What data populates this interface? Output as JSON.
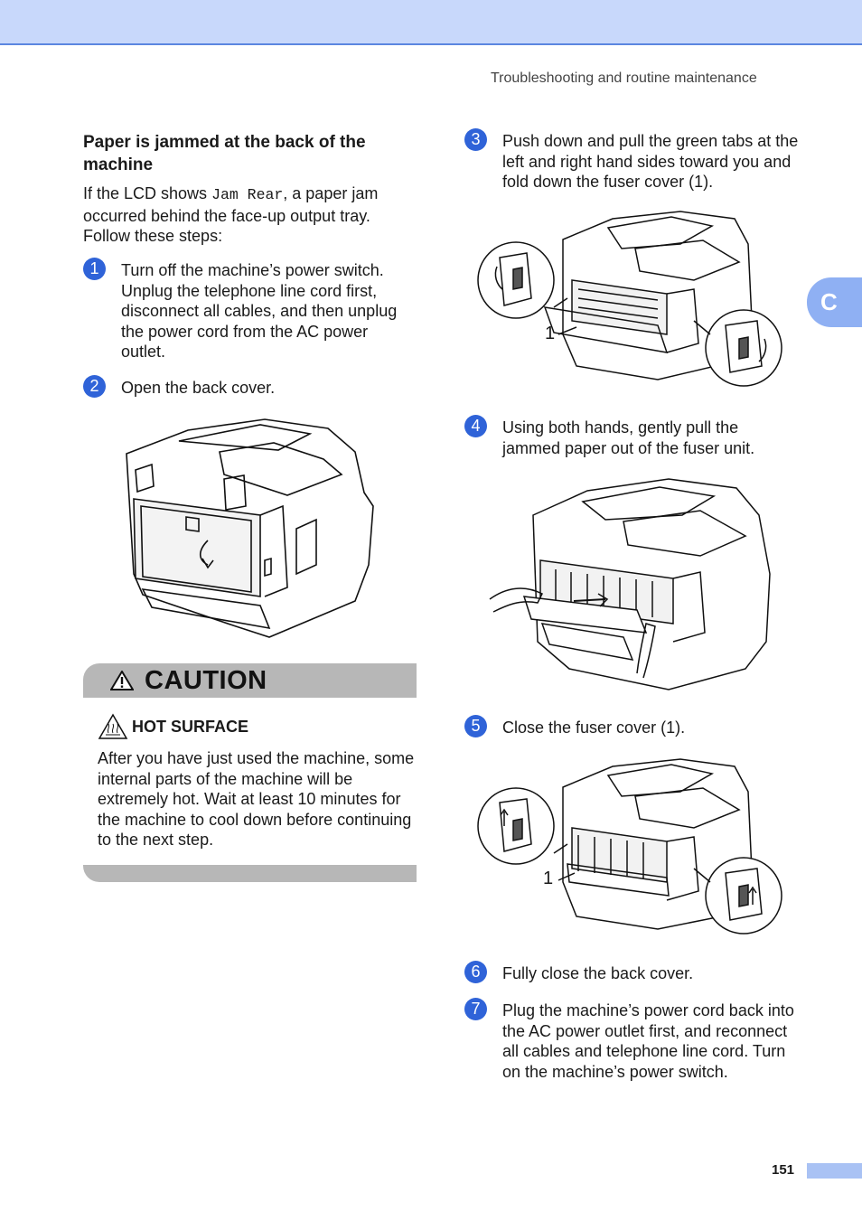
{
  "header": {
    "running_head": "Troubleshooting and routine maintenance",
    "side_tab_letter": "C"
  },
  "section": {
    "title": "Paper is jammed at the back of the machine",
    "intro_before": "If the LCD shows ",
    "intro_code": "Jam Rear",
    "intro_after": ", a paper jam occurred behind the face-up output tray. Follow these steps:"
  },
  "steps": [
    {
      "num": "1",
      "text": "Turn off the machine’s power switch. Unplug the telephone line cord first, disconnect all cables, and then unplug the power cord from the AC power outlet."
    },
    {
      "num": "2",
      "text": "Open the back cover."
    },
    {
      "num": "3",
      "text": "Push down and pull the green tabs at the left and right hand sides toward you and fold down the fuser cover (1)."
    },
    {
      "num": "4",
      "text": "Using both hands, gently pull the jammed paper out of the fuser unit."
    },
    {
      "num": "5",
      "text": "Close the fuser cover (1)."
    },
    {
      "num": "6",
      "text": "Fully close the back cover."
    },
    {
      "num": "7",
      "text": "Plug the machine’s power cord back into the AC power outlet first, and reconnect all cables and telephone line cord. Turn on the machine’s power switch."
    }
  ],
  "figures": {
    "callout_1": "1",
    "callout_2": "1"
  },
  "caution": {
    "title": "CAUTION",
    "hot_label": "HOT SURFACE",
    "body": "After you have just used the machine, some internal parts of the machine will be extremely hot. Wait at least 10 minutes for the machine to cool down before continuing to the next step."
  },
  "footer": {
    "page_number": "151"
  }
}
